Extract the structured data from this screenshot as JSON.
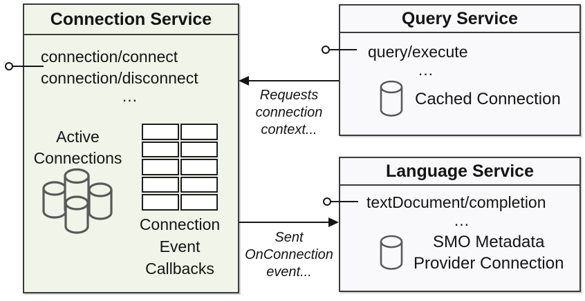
{
  "colors": {
    "connection_box_fill": "#f1f4e9",
    "service_box_fill": "#f9f9fb",
    "border": "#3a3a3a",
    "icon_stroke": "#595959",
    "text": "#141414"
  },
  "connection_service": {
    "title": "Connection Service",
    "method_1": "connection/connect",
    "method_2": "connection/disconnect",
    "ellipsis": "...",
    "active_line_1": "Active",
    "active_line_2": "Connections",
    "callbacks_line_1": "Connection",
    "callbacks_line_2": "Event",
    "callbacks_line_3": "Callbacks"
  },
  "query_service": {
    "title": "Query Service",
    "method_1": "query/execute",
    "ellipsis": "...",
    "cache_label": "Cached Connection"
  },
  "language_service": {
    "title": "Language Service",
    "method_1": "textDocument/completion",
    "ellipsis": "...",
    "smo_line_1": "SMO Metadata",
    "smo_line_2": "Provider Connection"
  },
  "arrows": {
    "requests_line_1": "Requests",
    "requests_line_2": "connection",
    "requests_line_3": "context...",
    "sent_line_1": "Sent",
    "sent_line_2": "OnConnection",
    "sent_line_3": "event..."
  }
}
